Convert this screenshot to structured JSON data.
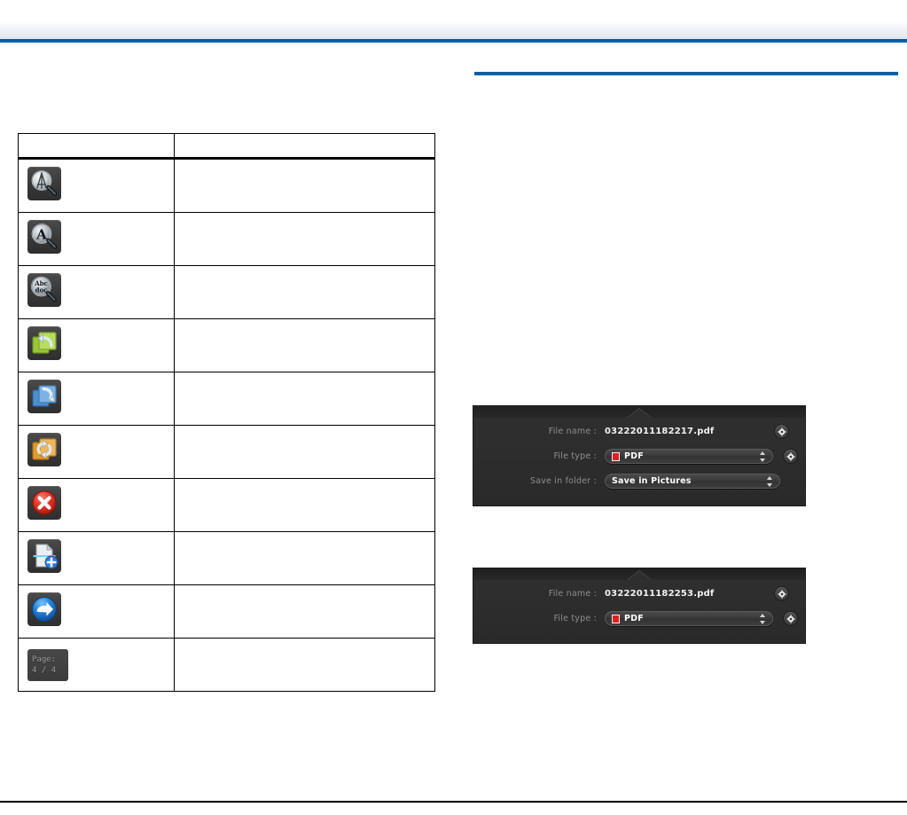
{
  "page": {
    "header_rule_color": "#0a5fa5",
    "section_rule_color": "#0a5fa5",
    "footer_rule_color": "#000000",
    "background_color": "#ffffff"
  },
  "icon_table": {
    "columns": [
      {
        "header": ""
      },
      {
        "header": ""
      }
    ],
    "rows": [
      {
        "icon": "magnifier-page-width-icon",
        "icon_glyph": "A",
        "description": ""
      },
      {
        "icon": "magnifier-zoom-icon",
        "icon_glyph": "A",
        "description": ""
      },
      {
        "icon": "magnifier-text-search-icon",
        "icon_glyph": "Abc doc",
        "description": ""
      },
      {
        "icon": "rotate-left-icon",
        "icon_glyph": "",
        "description": ""
      },
      {
        "icon": "rotate-right-icon",
        "icon_glyph": "",
        "description": ""
      },
      {
        "icon": "rotate-both-icon",
        "icon_glyph": "",
        "description": ""
      },
      {
        "icon": "delete-page-icon",
        "icon_glyph": "",
        "description": ""
      },
      {
        "icon": "add-page-icon",
        "icon_glyph": "",
        "description": ""
      },
      {
        "icon": "send-next-icon",
        "icon_glyph": "",
        "description": ""
      },
      {
        "icon": "page-counter-chip",
        "icon_glyph": "",
        "description": ""
      }
    ],
    "page_counter": {
      "label": "Page:",
      "value": "4 / 4"
    }
  },
  "panels": [
    {
      "name": "save-settings-panel-pdf-folder",
      "rows": [
        {
          "type": "text",
          "label": "File name :",
          "value": "03222011182217.pdf",
          "gear": true
        },
        {
          "type": "select",
          "label": "File type :",
          "value": "PDF",
          "swatch": "#e02020",
          "gear": true
        },
        {
          "type": "select",
          "label": "Save in folder :",
          "value": "Save in Pictures",
          "gear": false
        }
      ]
    },
    {
      "name": "save-settings-panel-pdf-compact",
      "rows": [
        {
          "type": "text",
          "label": "File name :",
          "value": "03222011182253.pdf",
          "gear": true
        },
        {
          "type": "select",
          "label": "File type :",
          "value": "PDF",
          "swatch": "#e02020",
          "gear": true
        }
      ]
    }
  ]
}
